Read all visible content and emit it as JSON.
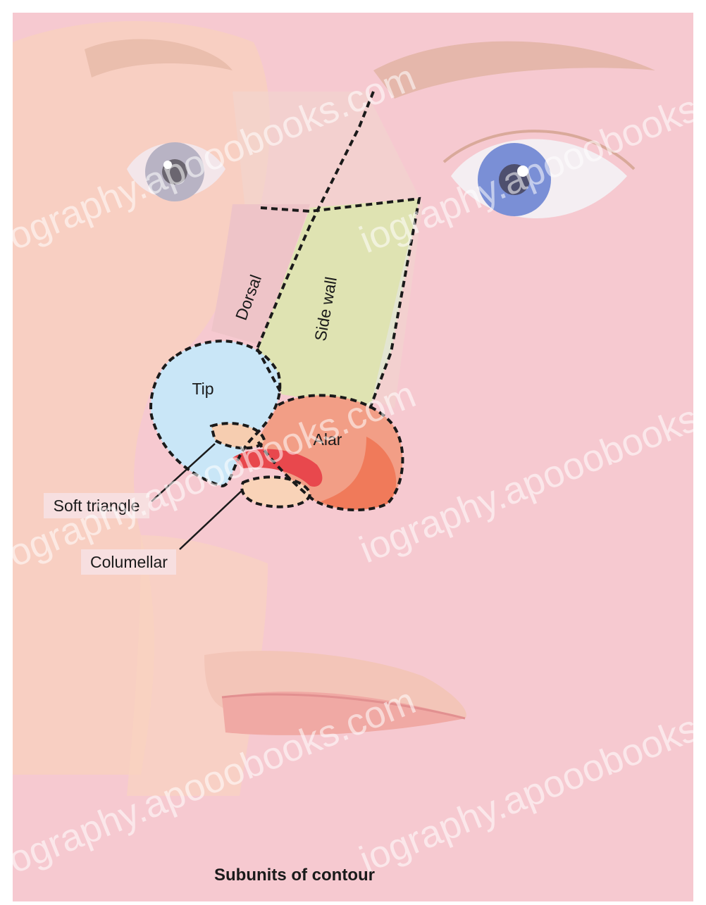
{
  "colors": {
    "background": "#f6c9d0",
    "skin": "#f9d3c0",
    "tip": "#c9e6f7",
    "alar": "#f29e86",
    "alar_dark": "#f07a5a",
    "sidewall": "#dfe3b2",
    "dorsal": "#efc7c9",
    "soft_triangle": "#f6cdb0",
    "columellar": "#f9d3b8",
    "nostril": "#e8484d",
    "iris": "#7a8fd6",
    "label_box": "#f7dfe0"
  },
  "labels": {
    "dorsal": "Dorsal",
    "sidewall": "Side wall",
    "tip": "Tip",
    "alar": "Alar",
    "soft_triangle": "Soft triangle",
    "columellar": "Columellar"
  },
  "caption": "Subunits of contour",
  "watermark": "iography.apooobooks.com"
}
